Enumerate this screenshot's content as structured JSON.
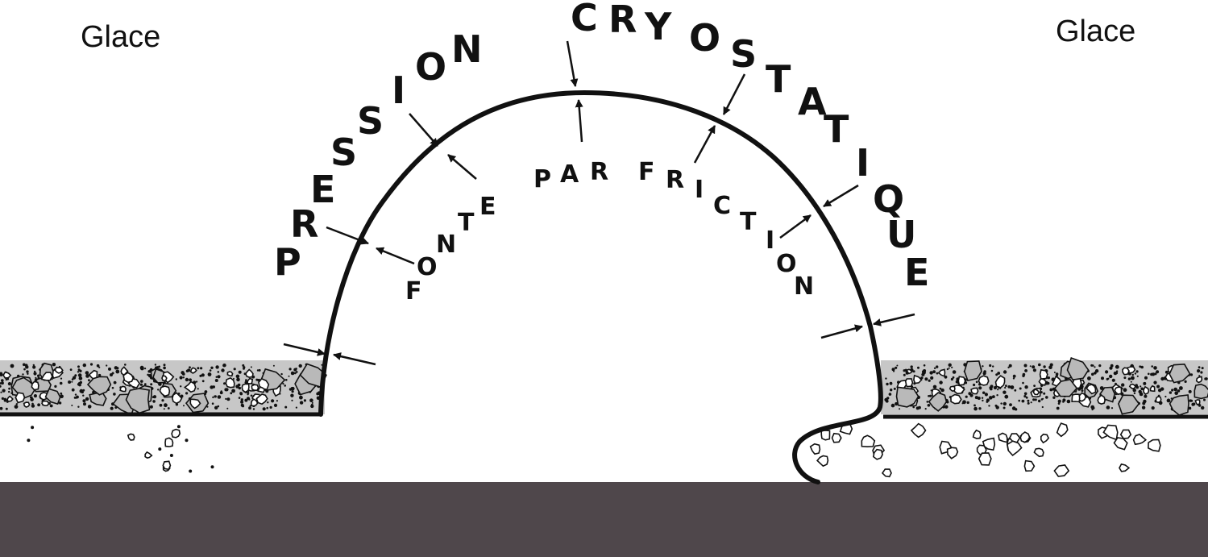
{
  "labels": {
    "ice_left": "Glace",
    "ice_right": "Glace"
  },
  "arc_text_outer": [
    "PRESSION",
    "CRYOSTATIQUE"
  ],
  "arc_text_inner": [
    "FONTE",
    "PAR",
    "FRICTION"
  ],
  "colors": {
    "bedrock": "#4f474b",
    "till": "#c7c7c7",
    "ink": "#111111",
    "clast_fill": "#b9b9b9"
  }
}
